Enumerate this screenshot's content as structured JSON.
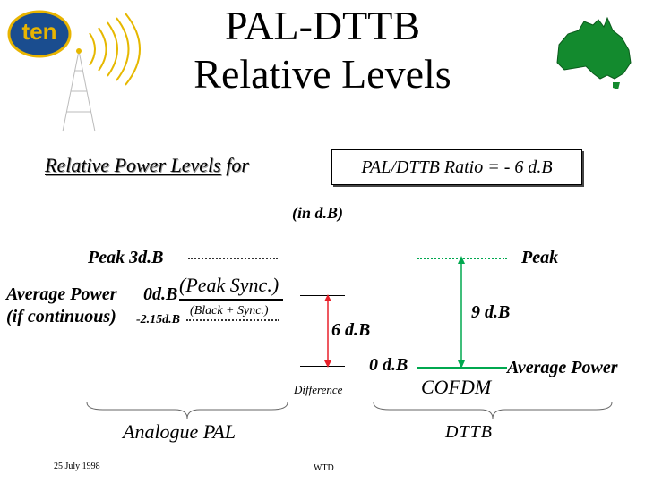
{
  "logo": {
    "text": "ten"
  },
  "title": {
    "line1": "PAL-DTTB",
    "line2": "Relative Levels"
  },
  "heading": {
    "underlined": "Relative Power Levels",
    "for": "for",
    "ratio_box": "PAL/DTTB Ratio = - 6 d.B"
  },
  "units": "(in d.B)",
  "pal": {
    "peak_label": "Peak",
    "peak_value": "3d.B",
    "avg_label": "Average Power",
    "avg_value": "0d.B",
    "peak_sync": "(Peak Sync.)",
    "if_continuous": "(if continuous)",
    "black_value": "-2.15d.B",
    "black_sync": "(Black + Sync.)",
    "section_label": "Analogue PAL"
  },
  "difference": {
    "value": "6 d.B",
    "zero": "0 d.B",
    "label": "Difference"
  },
  "dttb": {
    "peak_label": "Peak",
    "ratio_value": "9 d.B",
    "avg_label": "Average Power",
    "cofdm": "COFDM",
    "section_label": "DTTB"
  },
  "footer": {
    "date": "25 July 1998",
    "author": "WTD"
  },
  "colors": {
    "arrow_red": "#e8202a",
    "arrow_green": "#00a84f",
    "logo_blue": "#1a4d8f",
    "logo_gold": "#e8b400",
    "map_green": "#138a2e"
  }
}
